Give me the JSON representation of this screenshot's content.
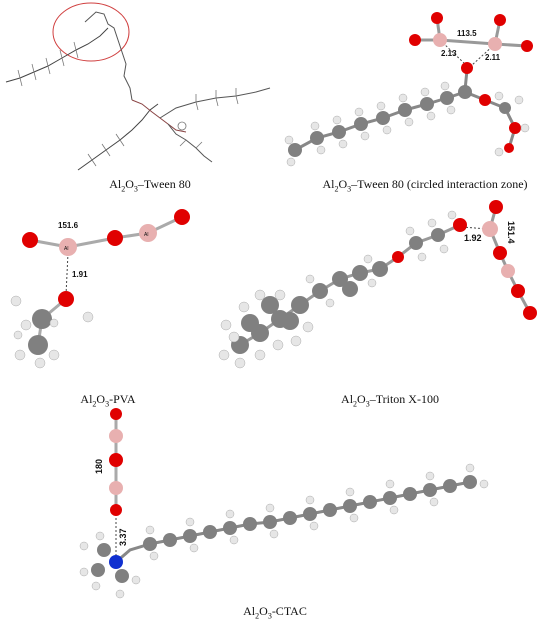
{
  "panels": [
    {
      "id": "tween-wire",
      "caption_pre": "Al",
      "caption_sub1": "2",
      "caption_mid": "O",
      "caption_sub2": "3",
      "caption_post": "–Tween 80"
    },
    {
      "id": "tween-zoom",
      "caption_pre": "Al",
      "caption_sub1": "2",
      "caption_mid": "O",
      "caption_sub2": "3",
      "caption_post": "–Tween 80 (circled interaction zone)",
      "labels": {
        "angle": "113.5",
        "d1": "2.13",
        "d2": "2.11"
      }
    },
    {
      "id": "pva",
      "caption_pre": "Al",
      "caption_sub1": "2",
      "caption_mid": "O",
      "caption_sub2": "3",
      "caption_post": "-PVA",
      "labels": {
        "angle": "151.6",
        "d1": "1.91",
        "al1": "Al",
        "al2": "Al"
      }
    },
    {
      "id": "triton",
      "caption_pre": "Al",
      "caption_sub1": "2",
      "caption_mid": "O",
      "caption_sub2": "3",
      "caption_post": "–Triton X-100",
      "labels": {
        "d1": "1.92",
        "angle": "151.4"
      }
    },
    {
      "id": "ctac",
      "caption_pre": "Al",
      "caption_sub1": "2",
      "caption_mid": "O",
      "caption_sub2": "3",
      "caption_post": "-CTAC",
      "labels": {
        "angle": "180",
        "d1": "3.37"
      }
    }
  ],
  "colors": {
    "oxygen": "#e00000",
    "aluminum": "#e8b0b0",
    "carbon": "#808080",
    "hydrogen": "#e6e6e6",
    "nitrogen": "#1030d0",
    "circle": "#d04040"
  }
}
